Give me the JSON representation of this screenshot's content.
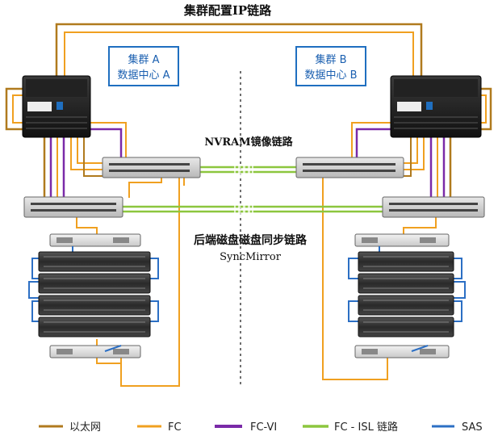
{
  "title": "集群配置IP链路",
  "clusters": [
    {
      "line1": "集群 A",
      "line2": "数据中心 A"
    },
    {
      "line1": "集群 B",
      "line2": "数据中心 B"
    }
  ],
  "link_labels": {
    "nvram": "NVRAM镜像链路",
    "backend_line1": "后端磁盘磁盘同步链路",
    "backend_line2": "SyncMirror"
  },
  "legend": [
    {
      "label": "以太网",
      "color": "#b07a1e"
    },
    {
      "label": "FC",
      "color": "#f0a020"
    },
    {
      "label": "FC-VI",
      "color": "#7a2aa8"
    },
    {
      "label": "FC - ISL 链路",
      "color": "#8cc63e"
    },
    {
      "label": "SAS",
      "color": "#2c6fc4"
    }
  ],
  "colors": {
    "ethernet": "#b07a1e",
    "fc": "#f0a020",
    "fcvi": "#7a2aa8",
    "isl": "#8cc63e",
    "sas": "#2c6fc4",
    "cluster_box": "#1f6fc0",
    "cluster_text": "#1a5fb0"
  }
}
